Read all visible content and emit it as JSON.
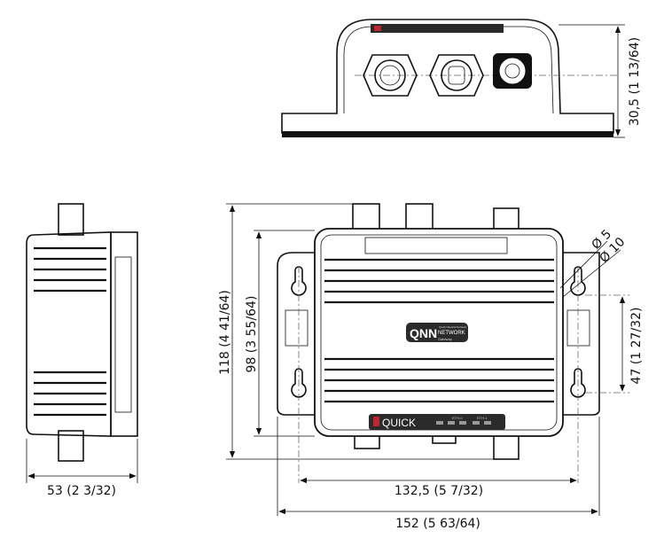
{
  "dimensions": {
    "top_height": "30,5 (1 13/64)",
    "side_depth": "53 (2 3/32)",
    "total_height": "118 (4 41/64)",
    "body_height": "98 (3 55/64)",
    "hole_spacing_vertical": "47 (1 27/32)",
    "hole_spacing_horizontal": "132,5 (5 7/32)",
    "total_width": "152 (5 63/64)",
    "hole_small": "Ø 5",
    "hole_large": "Ø 10"
  },
  "label": {
    "logo": "QNN",
    "subtitle": "Quick Nautical Network",
    "network": "NETWORK",
    "gateway": "Gateway"
  },
  "front_strip": {
    "brand": "QUICK",
    "port_eth0": "ETH-0",
    "port_eth1": "ETH-1"
  },
  "colors": {
    "brand_red": "#c0262d",
    "panel": "#2b2b2b"
  }
}
